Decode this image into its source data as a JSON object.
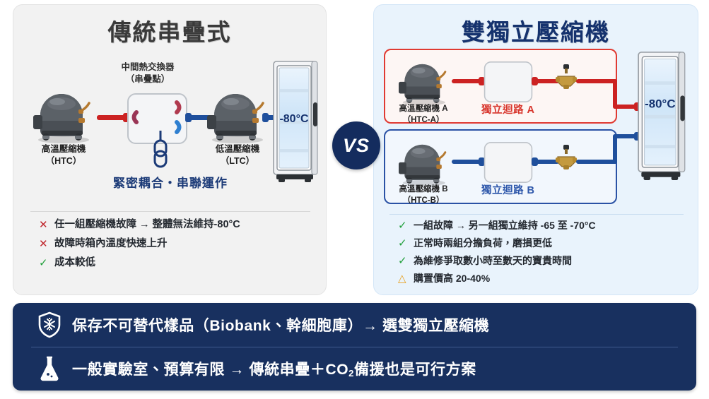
{
  "left_panel": {
    "title": "傳統串疊式",
    "hx_caption": "中間熱交換器\n（串疊點）",
    "compressor_high_label": "高溫壓縮機\n（HTC）",
    "compressor_low_label": "低溫壓縮機\n（LTC）",
    "coupling_text": "緊密耦合・串聯運作",
    "freezer_temp": "-80°C",
    "bullets": [
      {
        "icon": "cross-icon",
        "type": "cross",
        "text": "任一組壓縮機故障 → 整體無法維持-80°C"
      },
      {
        "icon": "cross-icon",
        "type": "cross",
        "text": "故障時箱內溫度快速上升"
      },
      {
        "icon": "check-icon",
        "type": "check",
        "text": "成本較低"
      }
    ]
  },
  "right_panel": {
    "title": "雙獨立壓縮機",
    "circuit_a": {
      "compressor_label": "高溫壓縮機 A\n（HTC-A）",
      "circuit_label": "獨立迴路 A",
      "color": "#d8372e"
    },
    "circuit_b": {
      "compressor_label": "高溫壓縮機 B\n（HTC-B）",
      "circuit_label": "獨立迴路 B",
      "color": "#2f58ab"
    },
    "freezer_temp": "-80°C",
    "bullets": [
      {
        "icon": "check-icon",
        "type": "check",
        "text": "一組故障 → 另一組獨立維持 -65 至 -70°C"
      },
      {
        "icon": "check-icon",
        "type": "check",
        "text": "正常時兩組分擔負荷，磨損更低"
      },
      {
        "icon": "check-icon",
        "type": "check",
        "text": "為維修爭取數小時至數天的寶貴時間"
      },
      {
        "icon": "warning-icon",
        "type": "warn",
        "text": "購置價高 20-40%"
      }
    ]
  },
  "vs_badge": {
    "label": "VS"
  },
  "banner": {
    "rows": [
      {
        "icon": "shield-snowflake-icon",
        "text_html": "保存不可替代樣品（Biobank、幹細胞庫）→ 選雙獨立壓縮機"
      },
      {
        "icon": "flask-icon",
        "text_html": "一般實驗室、預算有限 →  傳統串疊＋CO<sub>2</sub>備援也是可行方案"
      }
    ]
  },
  "colors": {
    "navy": "#18305f",
    "hot_red": "#cc2222",
    "cold_blue": "#1f4f9c",
    "check_green": "#22a03c",
    "cross_red": "#c0272d",
    "warn_orange": "#e8a020"
  },
  "icon_glyphs": {
    "cross": "✕",
    "check": "✓",
    "warn": "△"
  }
}
